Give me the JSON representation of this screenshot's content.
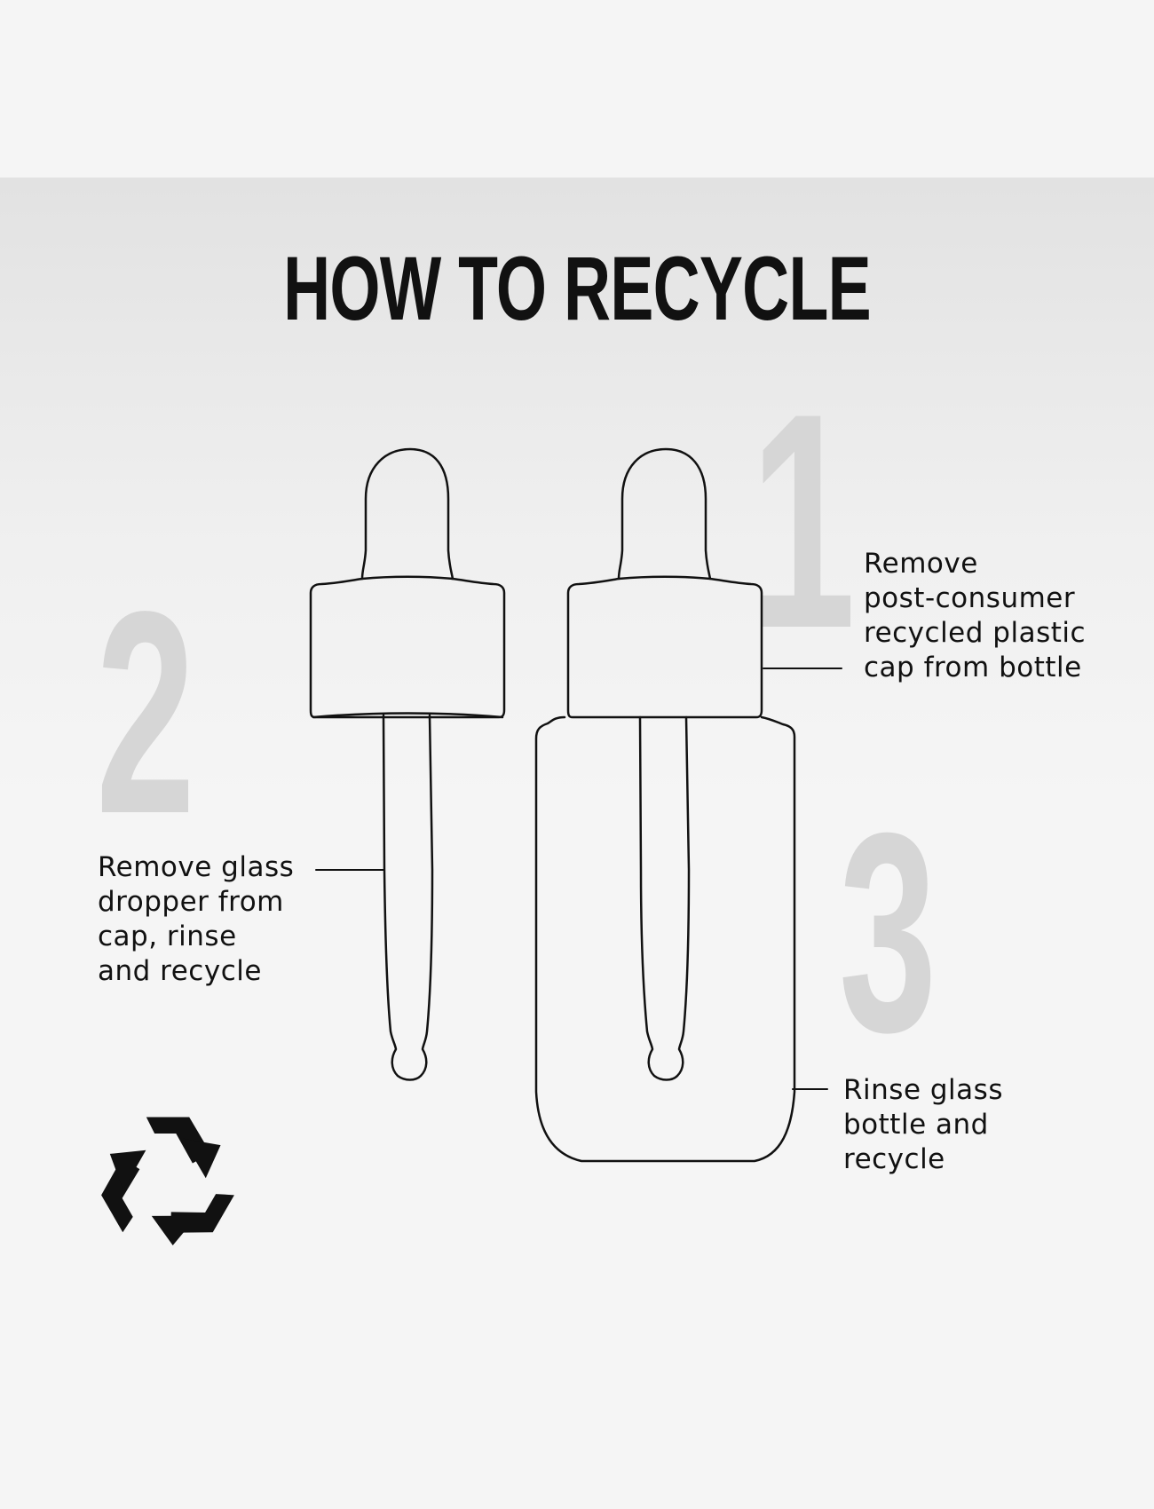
{
  "title": "HOW TO RECYCLE",
  "steps": [
    {
      "number": "1",
      "lines": [
        "Remove",
        "post-consumer",
        "recycled plastic",
        "cap from bottle"
      ]
    },
    {
      "number": "2",
      "lines": [
        "Remove glass",
        "dropper from",
        "cap, rinse",
        "and recycle"
      ]
    },
    {
      "number": "3",
      "lines": [
        "Rinse glass",
        "bottle and",
        "recycle"
      ]
    }
  ],
  "icons": {
    "recycle": "recycle-icon",
    "dropper": "dropper-illustration",
    "bottle": "bottle-illustration"
  },
  "colors": {
    "background": "#f5f5f5",
    "title": "#111111",
    "step_number": "#d6d6d6",
    "outline": "#111111"
  }
}
